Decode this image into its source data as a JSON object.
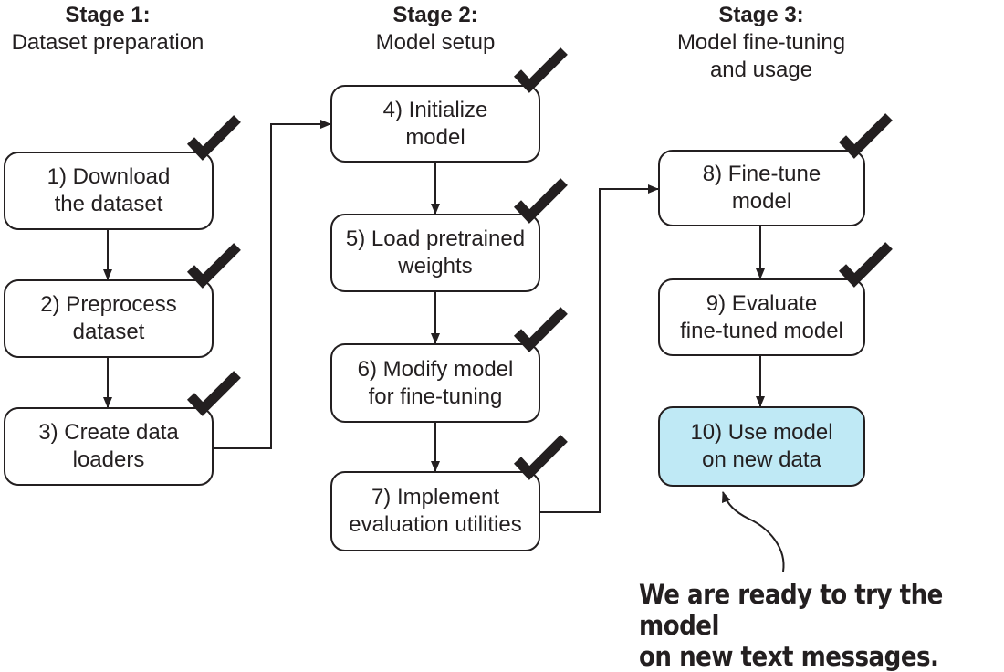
{
  "stages": [
    {
      "title": "Stage 1:",
      "subtitle": "Dataset preparation"
    },
    {
      "title": "Stage 2:",
      "subtitle": "Model setup"
    },
    {
      "title": "Stage 3:",
      "subtitle": "Model fine-tuning\nand usage"
    }
  ],
  "steps": [
    {
      "label": "1) Download\nthe dataset",
      "completed": true
    },
    {
      "label": "2) Preprocess\ndataset",
      "completed": true
    },
    {
      "label": "3) Create data\nloaders",
      "completed": true
    },
    {
      "label": "4) Initialize\nmodel",
      "completed": true
    },
    {
      "label": "5) Load pretrained\nweights",
      "completed": true
    },
    {
      "label": "6) Modify model\nfor fine-tuning",
      "completed": true
    },
    {
      "label": "7) Implement\nevaluation utilities",
      "completed": true
    },
    {
      "label": "8) Fine-tune\nmodel",
      "completed": true
    },
    {
      "label": "9) Evaluate\nfine-tuned model",
      "completed": true
    },
    {
      "label": "10) Use model\non new data",
      "completed": false
    }
  ],
  "annotation": "We are ready to try the model\non new text messages.",
  "colors": {
    "highlight_box": "#bfe9f5",
    "ink": "#231f20"
  }
}
